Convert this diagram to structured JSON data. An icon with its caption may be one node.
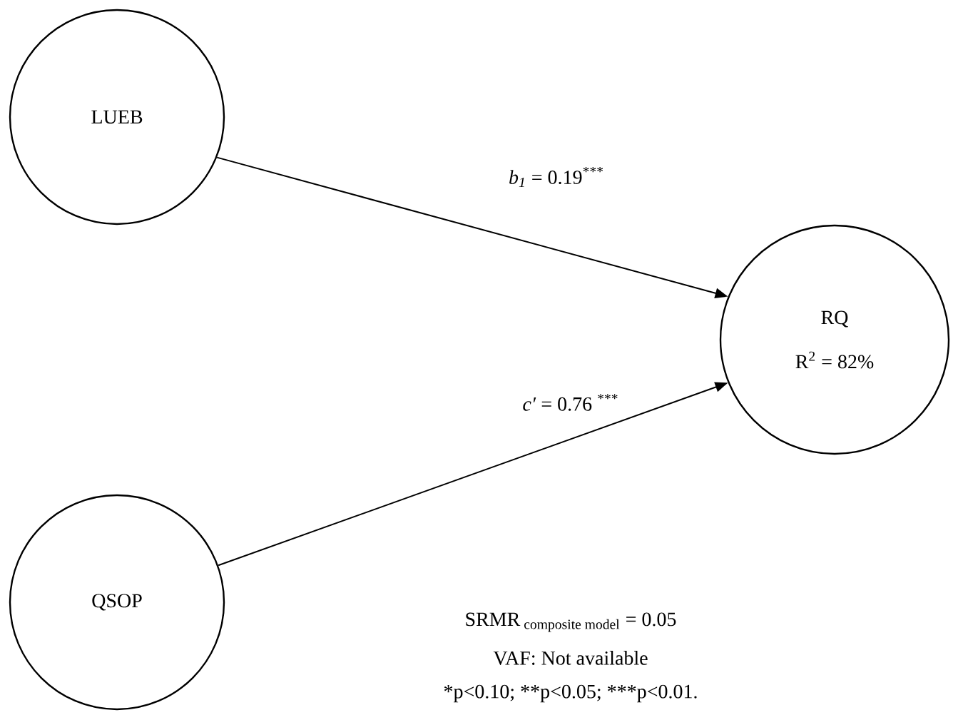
{
  "diagram": {
    "nodes": [
      {
        "text": [
          "LUEB"
        ]
      },
      {
        "text": [
          "QSOP"
        ]
      },
      {
        "text": [
          "RQ",
          "R$^{2}$ = 82%"
        ]
      }
    ],
    "edges": [
      {
        "from": 0,
        "to": 2,
        "arrow": "to",
        "label": "\\textit{b}_{\\textit{1}}\\text{ = 0.19}^{\\text{***}}"
      },
      {
        "from": 1,
        "to": 2,
        "arrow": "to",
        "label": "*c′* = 0.76 $^{***}$"
      }
    ],
    "labels": [
      "\\text{SRMR}_{\\text{ composite model}}\\text{ = 0.05}",
      "VAF: Not available",
      "\\text{*p<0.10; **p<0.05; ***p<0.01.}"
    ]
  }
}
